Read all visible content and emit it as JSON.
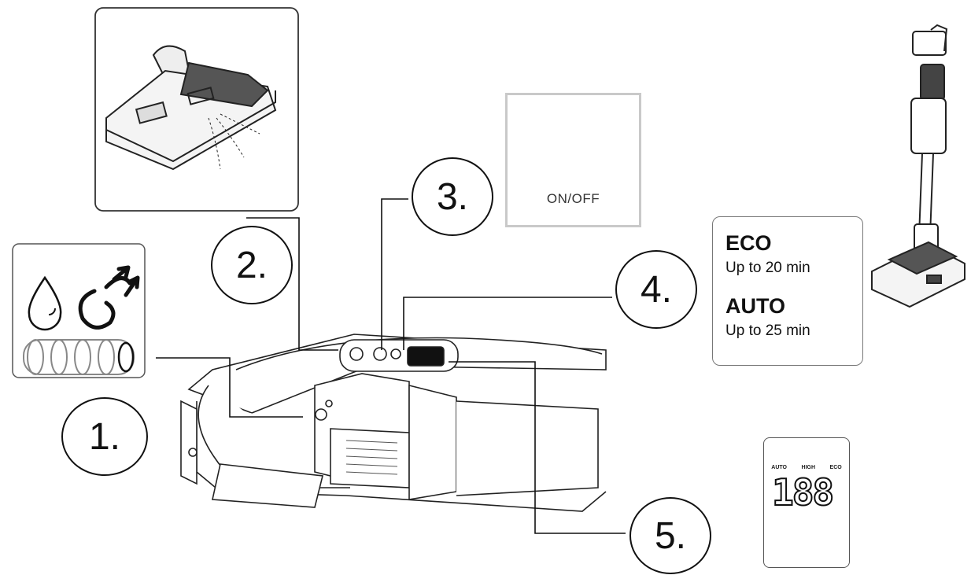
{
  "callouts": [
    {
      "id": "1",
      "label": "1."
    },
    {
      "id": "2",
      "label": "2."
    },
    {
      "id": "3",
      "label": "3."
    },
    {
      "id": "4",
      "label": "4."
    },
    {
      "id": "5",
      "label": "5."
    }
  ],
  "power": {
    "label": "ON/OFF",
    "icon": "power-icon"
  },
  "modes": [
    {
      "name": "ECO",
      "runtime": "Up to 20 min"
    },
    {
      "name": "AUTO",
      "runtime": "Up to 25 min"
    }
  ],
  "display": {
    "mode_labels": [
      "AUTO",
      "HIGH",
      "ECO"
    ],
    "digits": "188",
    "gradient_colors": [
      "#5bb8e8",
      "#a9d6ee",
      "#e9c0b0",
      "#e8604a"
    ]
  },
  "icons": {
    "panel1": [
      "water-drop-icon",
      "steam-icon",
      "roller-brush-icon"
    ],
    "panel2": "floor-head-icon",
    "vacuum": "stick-vacuum-icon"
  }
}
